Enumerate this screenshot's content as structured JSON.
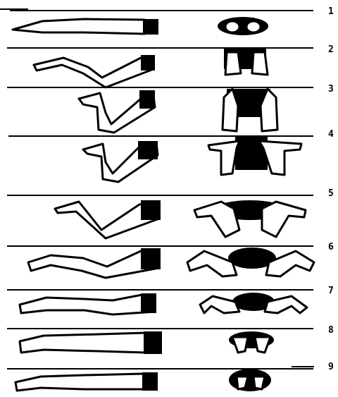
{
  "diagram": {
    "steps": [
      {
        "number": "1"
      },
      {
        "number": "2"
      },
      {
        "number": "3"
      },
      {
        "number": "4"
      },
      {
        "number": "5"
      },
      {
        "number": "6"
      },
      {
        "number": "7"
      },
      {
        "number": "8"
      },
      {
        "number": "9"
      }
    ],
    "colors": {
      "ink": "#000000",
      "background": "#ffffff"
    }
  }
}
